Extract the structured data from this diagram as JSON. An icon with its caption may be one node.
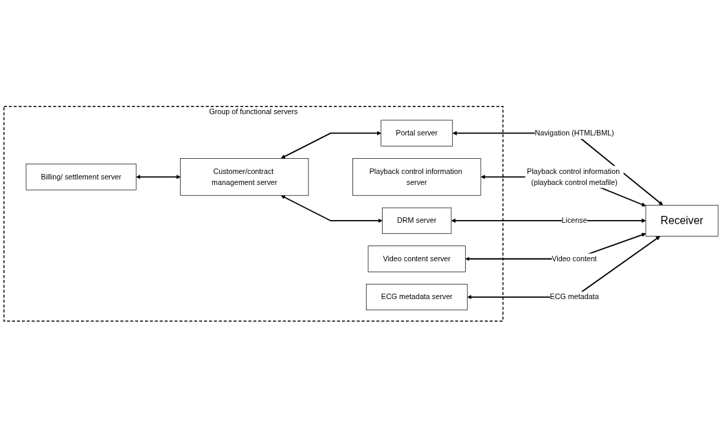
{
  "diagram": {
    "nodes": [
      {
        "text": [
          "Group of functional servers"
        ]
      },
      {
        "text": [
          "Portal server"
        ],
        "in": 0
      },
      {
        "text": [
          "Playback control information server"
        ],
        "in": 0
      },
      {
        "text": [
          "Customer/contract management server"
        ],
        "in": 0
      },
      {
        "text": [
          "DRM server"
        ],
        "in": 0
      },
      {
        "text": [
          "Billing/ settlement server"
        ],
        "in": 0
      },
      {
        "text": [
          "Video content server"
        ],
        "in": 0
      },
      {
        "text": [
          "ECG metadata server"
        ],
        "in": 0
      },
      {
        "text": [
          "Receiver"
        ]
      }
    ],
    "edges": [
      {
        "from": 3,
        "to": 1,
        "arrow": "both"
      },
      {
        "from": 3,
        "to": 4,
        "arrow": "both"
      },
      {
        "from": 5,
        "to": 3,
        "arrow": "both"
      },
      {
        "from": 1,
        "to": 8,
        "arrow": "both",
        "label": "Navigation (HTML/BML)"
      },
      {
        "from": 2,
        "to": 8,
        "arrow": "both",
        "label": "Playback control information (playback control metafile)"
      },
      {
        "from": 4,
        "to": 8,
        "arrow": "both",
        "label": "License"
      },
      {
        "from": 6,
        "to": 8,
        "arrow": "both",
        "label": "Video content"
      },
      {
        "from": 7,
        "to": 8,
        "arrow": "both",
        "label": "ECG metadata"
      }
    ]
  }
}
